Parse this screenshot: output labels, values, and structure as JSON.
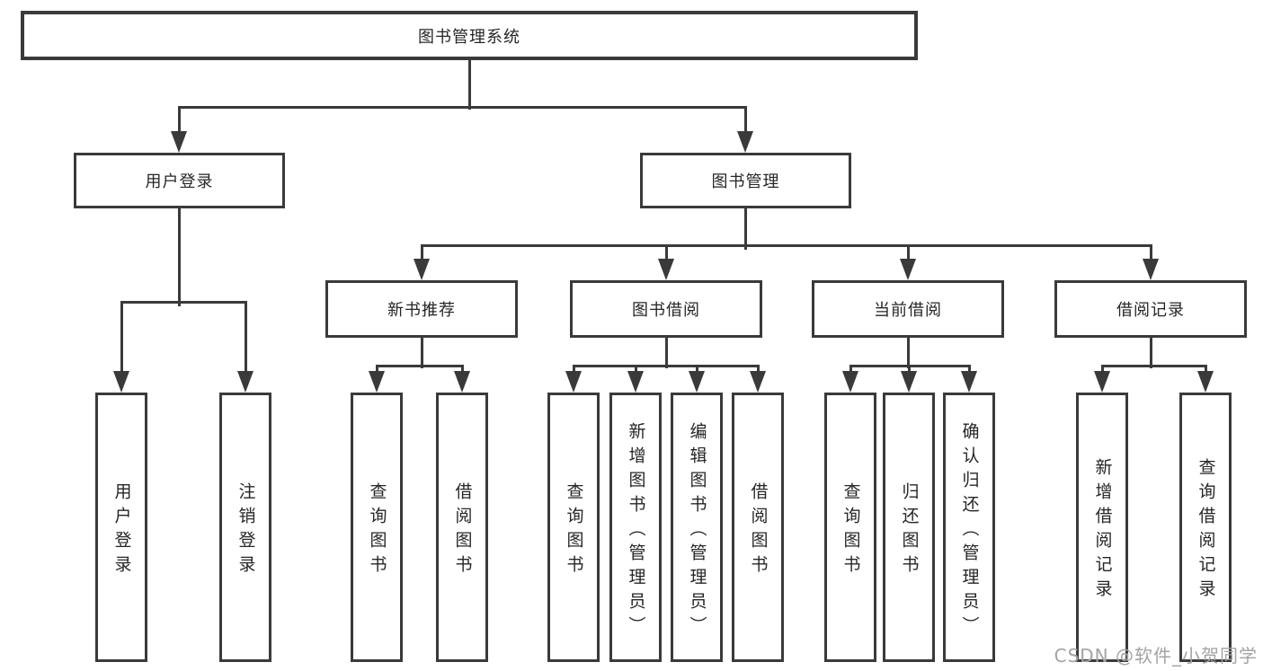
{
  "diagram": {
    "root_label": "图书管理系统",
    "level2": [
      "用户登录",
      "图书管理"
    ],
    "level3": [
      "新书推荐",
      "图书借阅",
      "当前借阅",
      "借阅记录"
    ],
    "leaves_user": [
      "用户登录",
      "注销登录"
    ],
    "leaves_new_rec": [
      "查询图书",
      "借阅图书"
    ],
    "leaves_borrow": [
      "查询图书",
      "新增图书（管理员）",
      "编辑图书（管理员）",
      "借阅图书"
    ],
    "leaves_current": [
      "查询图书",
      "归还图书",
      "确认归还（管理员）"
    ],
    "leaves_records": [
      "新增借阅记录",
      "查询借阅记录"
    ],
    "watermark": "CSDN @软件_小贺同学",
    "colors": {
      "line": "#3a3a3a",
      "text": "#262626",
      "watermark": "#a3a3a3",
      "background": "#ffffff"
    }
  }
}
